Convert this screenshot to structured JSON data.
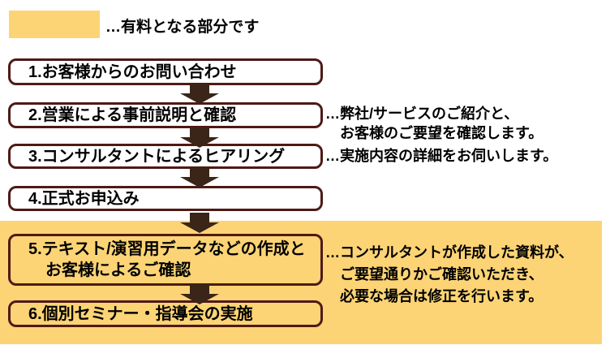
{
  "colors": {
    "highlight_yellow": "#fcd475",
    "box_border": "#4e1a16",
    "arrow_brown": "#3b2418",
    "box_fill": "#ffffff",
    "text": "#000000"
  },
  "legend": {
    "label": "…有料となる部分です"
  },
  "flow": {
    "boxes": [
      {
        "lines": [
          "1.お客様からのお問い合わせ"
        ]
      },
      {
        "lines": [
          "2.営業による事前説明と確認"
        ]
      },
      {
        "lines": [
          "3.コンサルタントによるヒアリング"
        ]
      },
      {
        "lines": [
          "4.正式お申込み"
        ]
      },
      {
        "lines": [
          "5.テキスト/演習用データなどの作成と",
          "お客様によるご確認"
        ]
      },
      {
        "lines": [
          "6.個別セミナー・指導会の実施"
        ]
      }
    ]
  },
  "annotations": [
    {
      "lines": [
        "…弊社/サービスのご紹介と、",
        "お客様のご要望を確認します。"
      ]
    },
    {
      "lines": [
        "…実施内容の詳細をお伺いします。"
      ]
    },
    {
      "lines": [
        "…コンサルタントが作成した資料が、",
        "ご要望通りかご確認いただき、",
        "必要な場合は修正を行います。"
      ]
    }
  ]
}
